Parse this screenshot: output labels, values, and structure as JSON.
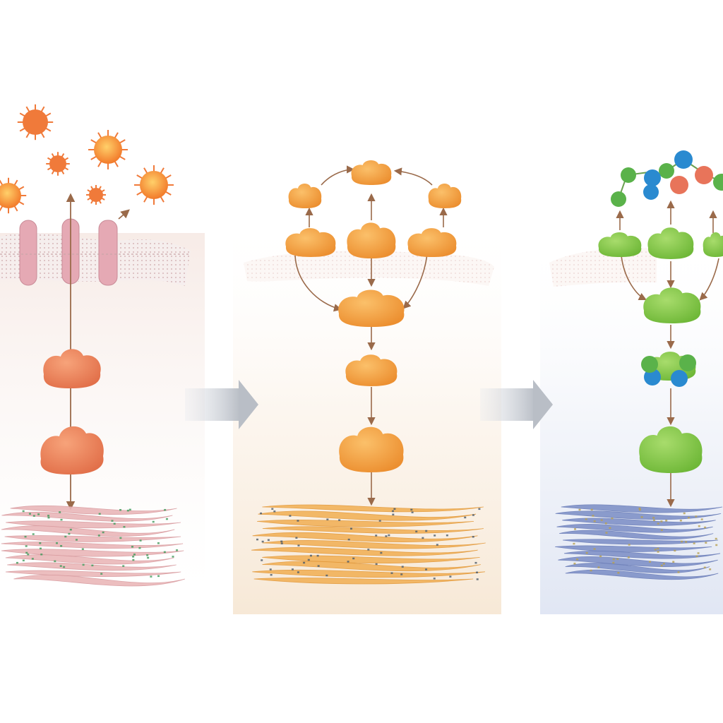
{
  "diagram": {
    "panels": [
      {
        "id": "stage-1",
        "theme_color": "#e8825a",
        "background_tint": "#f6e9e4",
        "fiber_color": "#eab7b9",
        "speck_color": "#3f9a5a",
        "top_particles": "spiky-virus-particles",
        "receptor_style": "membrane-channels",
        "node_icons": [
          "protein-cluster",
          "protein-cluster"
        ]
      },
      {
        "id": "stage-2",
        "theme_color": "#f29a3c",
        "background_tint": "#f8eadb",
        "fiber_color": "#f2b25a",
        "speck_color": "#4a5a6a",
        "top_particles": "none",
        "receptor_style": "branched-cascade",
        "node_icons": [
          "protein-cluster",
          "protein-cluster",
          "protein-cluster"
        ]
      },
      {
        "id": "stage-3",
        "theme_color": "#86c94a",
        "background_tint": "#e6ebf5",
        "fiber_color": "#8092c8",
        "speck_color": "#b8a050",
        "top_particles": "molecule-beads",
        "bead_colors": [
          "#5ab24a",
          "#2a8ad0",
          "#e8745a"
        ],
        "receptor_style": "branched-cascade",
        "node_icons": [
          "protein-cluster",
          "protein-cluster",
          "protein-cluster"
        ]
      }
    ],
    "transition_arrows": [
      "stage-1-to-stage-2",
      "stage-2-to-stage-3"
    ],
    "arrow_color": "#9a6a4a",
    "transition_arrow_color": "#c8ccd2"
  }
}
